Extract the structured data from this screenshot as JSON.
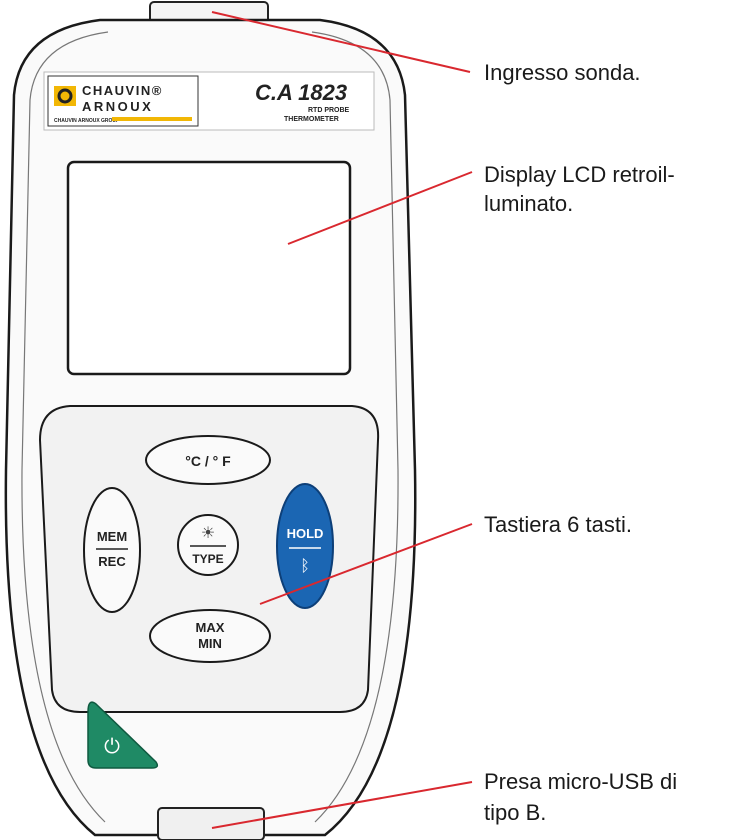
{
  "device": {
    "brand_line1": "CHAUVIN®",
    "brand_line2": "ARNOUX",
    "brand_sub": "CHAUVIN ARNOUX GROUP",
    "model": "C.A 1823",
    "model_sub1": "RTD PROBE",
    "model_sub2": "THERMOMETER"
  },
  "keys": {
    "unit": "°C / ° F",
    "mem": "MEM",
    "rec": "REC",
    "backlight_symbol": "☀",
    "type": "TYPE",
    "hold": "HOLD",
    "bluetooth_symbol": "ᛒ",
    "max": "MAX",
    "min": "MIN",
    "power_symbol": "⏻"
  },
  "callouts": {
    "probe_input": "Ingresso sonda.",
    "lcd_line1": "Display LCD retroil-",
    "lcd_line2": "luminato.",
    "keypad": "Tastiera 6 tasti.",
    "usb_line1": "Presa micro-USB di",
    "usb_line2": "tipo B."
  },
  "colors": {
    "hold_key": "#1b66b3",
    "power_key": "#1f8a65",
    "leader_line": "#d9282f",
    "logo_yellow": "#f2b705"
  }
}
